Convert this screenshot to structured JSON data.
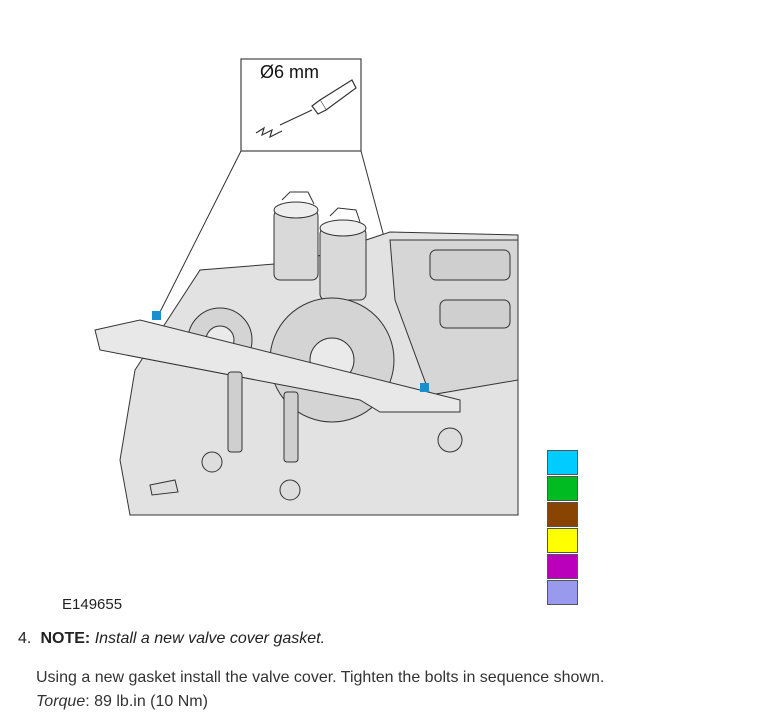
{
  "figure": {
    "callout_label": "Ø6 mm",
    "figure_id": "E149655",
    "color_swatches": [
      "#00ccff",
      "#00bb22",
      "#884400",
      "#ffff00",
      "#bb00bb",
      "#9999ee"
    ]
  },
  "step": {
    "number": "4.",
    "note_label": "NOTE:",
    "note_text": "Install a new valve cover gasket.",
    "instruction": "Using a new gasket install the valve cover. Tighten the bolts in sequence shown.",
    "torque_label": "Torque",
    "torque_value": ": 89 lb.in (10 Nm)"
  }
}
